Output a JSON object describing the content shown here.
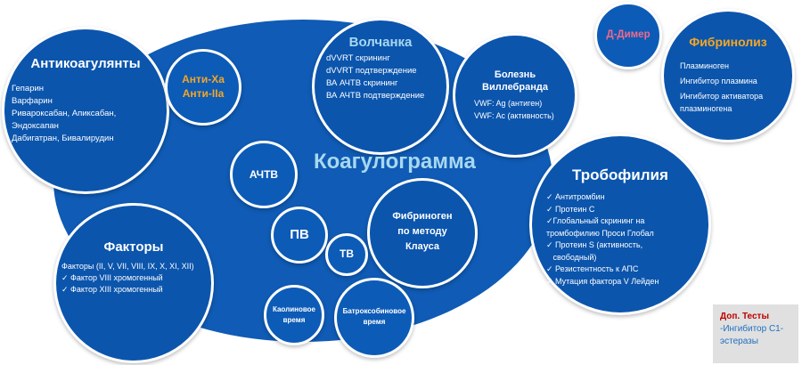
{
  "center": {
    "title": "Коагулограмма"
  },
  "anticoagulants": {
    "title": "Антикоагулянты",
    "items": [
      "Гепарин",
      "Варфарин",
      "Ривароксабан, Апиксабан,",
      "Эндоксапан",
      "Дабигатран, Бивалирудин"
    ]
  },
  "anti_xa": {
    "line1": "Анти-Ха",
    "line2": "Анти-IIa"
  },
  "lupus": {
    "title": "Волчанка",
    "items": [
      "dVVRT скрининг",
      "dVVRT подтверждение",
      "ВА АЧТВ скрининг",
      "ВА АЧТВ подтверждение"
    ]
  },
  "vwd": {
    "title_line1": "Болезнь",
    "title_line2": "Виллебранда",
    "items": [
      "VWF: Ag (антиген)",
      "VWF: Ac (активность)"
    ]
  },
  "ddimer": {
    "title": "Д-Димер"
  },
  "fibrinolysis": {
    "title": "Фибринолиз",
    "items": [
      "Плазминоген",
      "Ингибитор плазмина",
      "Ингибитор активатора",
      "плазминогена"
    ]
  },
  "achtv": {
    "label": "АЧТВ"
  },
  "pv": {
    "label": "ПВ"
  },
  "tv": {
    "label": "ТВ"
  },
  "fibrinogen": {
    "line1": "Фибриноген",
    "line2": "по методу",
    "line3": "Клауса"
  },
  "kaolin": {
    "line1": "Каолиновое",
    "line2": "время"
  },
  "batroxobin": {
    "line1": "Батроксобиновое",
    "line2": "время"
  },
  "factors": {
    "title": "Факторы",
    "intro": "Факторы (II, V, VII, VIII, IX, X, XI, XII)",
    "items": [
      "Фактор VIII хромогенный",
      "Фактор XIII хромогенный"
    ]
  },
  "thrombophilia": {
    "title": "Тробофилия",
    "items": [
      [
        "Антитромбин"
      ],
      [
        "Протеин С"
      ],
      [
        "Глобальный скрининг на",
        "тромбофилию Проси Глобал"
      ],
      [
        "Протеин S (активность,",
        "свободный)"
      ],
      [
        "Резистентность к АПС"
      ],
      [
        "Мутация фактора V Лейден"
      ]
    ]
  },
  "additional": {
    "title": "Доп. Тесты",
    "line1": "-Ингибитор С1-",
    "line2": "эстеразы"
  },
  "colors": {
    "ellipse": "#0f5bb5",
    "bubble": "#0b55ad",
    "title_orange": "#f5a623",
    "title_light": "#a8d8f0",
    "ddimer": "#f06a8a",
    "addon_title": "#c00000",
    "addon_text": "#1f6fc0",
    "addon_bg": "#e0e0e0"
  }
}
